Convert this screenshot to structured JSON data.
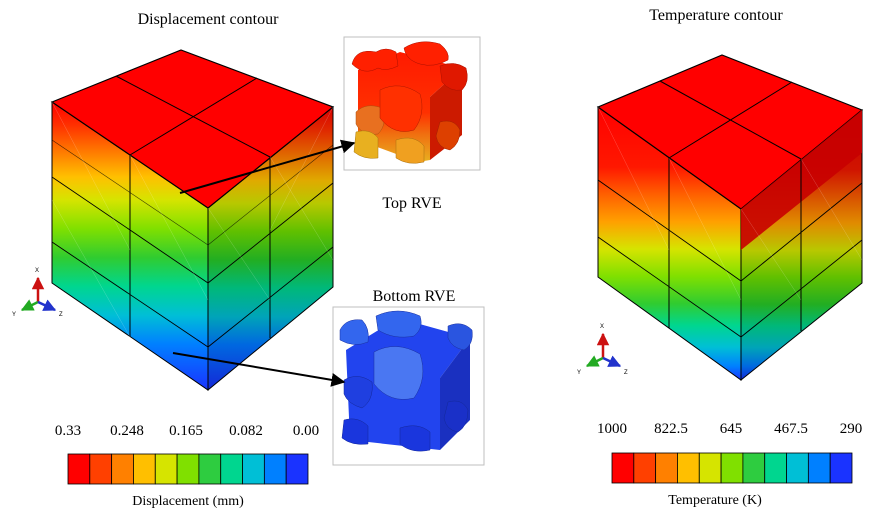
{
  "displacement": {
    "title": "Displacement contour",
    "legend_title": "Displacement (mm)",
    "ticks": [
      "0.33",
      "0.248",
      "0.165",
      "0.082",
      "0.00"
    ],
    "colors": [
      "#ff0000",
      "#ff4000",
      "#ff8000",
      "#ffbf00",
      "#d6e400",
      "#80e000",
      "#2ecc40",
      "#00d68f",
      "#00bfd6",
      "#0080ff",
      "#1a33ff"
    ]
  },
  "temperature": {
    "title": "Temperature contour",
    "legend_title": "Temperature (K)",
    "ticks": [
      "1000",
      "822.5",
      "645",
      "467.5",
      "290"
    ],
    "colors": [
      "#ff0000",
      "#ff4000",
      "#ff8000",
      "#ffbf00",
      "#d6e400",
      "#80e000",
      "#2ecc40",
      "#00d68f",
      "#00bfd6",
      "#0080ff",
      "#1a33ff"
    ]
  },
  "rve": {
    "top_label": "Top RVE",
    "bottom_label": "Bottom RVE"
  },
  "triad": {
    "x": "X",
    "y": "Y",
    "z": "Z"
  }
}
